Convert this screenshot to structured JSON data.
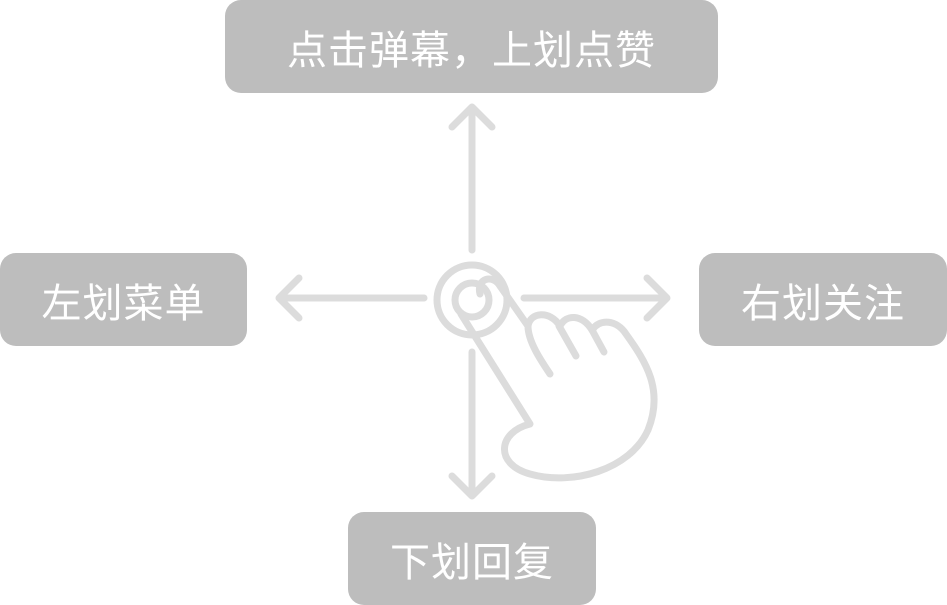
{
  "gesture_guide": {
    "top_hint": "点击弹幕，上划点赞",
    "left_hint": "左划菜单",
    "right_hint": "右划关注",
    "bottom_hint": "下划回复",
    "label_color": "#bdbdbd",
    "label_text_color": "#ffffff",
    "arrow_color": "#dcdcdc",
    "icons": [
      "hand-pointer-icon",
      "tap-circle-icon",
      "arrow-up-icon",
      "arrow-down-icon",
      "arrow-left-icon",
      "arrow-right-icon"
    ]
  }
}
